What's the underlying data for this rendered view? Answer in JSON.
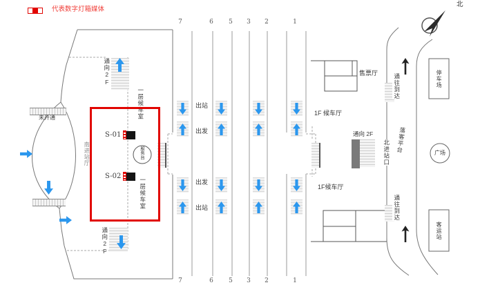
{
  "colors": {
    "media_red": "#e10400",
    "arrow_blue": "#2b97ee",
    "black_arrow": "#222222",
    "line_gray": "#777777",
    "track_gray": "#9a9a9a"
  },
  "legend": {
    "label": "代表数字灯箱媒体"
  },
  "compass": {
    "north_label": "北"
  },
  "left_building": {
    "passage_2f_top": "通向2F",
    "passage_2f_bottom": "通向2F",
    "waiting_room_top": "一层候车室",
    "waiting_room_bottom": "一层候车室",
    "south_entry_hall": "南进站厅",
    "not_open": "未开通",
    "service_desk": "服务台",
    "media_spots": [
      {
        "id": "S-01"
      },
      {
        "id": "S-02"
      }
    ]
  },
  "platforms": {
    "numbers_top": [
      "7",
      "6",
      "5",
      "3",
      "2",
      "1"
    ],
    "numbers_bottom": [
      "7",
      "6",
      "5",
      "3",
      "2",
      "1"
    ],
    "flow_top": {
      "exit": "出站",
      "depart": "出发"
    },
    "flow_bottom": {
      "depart": "出发",
      "exit": "出站"
    }
  },
  "right_building": {
    "ticket_hall": "售票厅",
    "waiting_hall_1f_top": "1F 候车厅",
    "waiting_hall_1f_bottom": "1F候车厅",
    "passage_2f": "通向 2F",
    "to_arrival_top": "通往到达",
    "to_arrival_bottom": "通往到达",
    "north_entrance": "北进站口",
    "dropoff_platform": "落客平台"
  },
  "east_side": {
    "parking": "停车场",
    "plaza": "广场",
    "bus_station": "客运站"
  }
}
